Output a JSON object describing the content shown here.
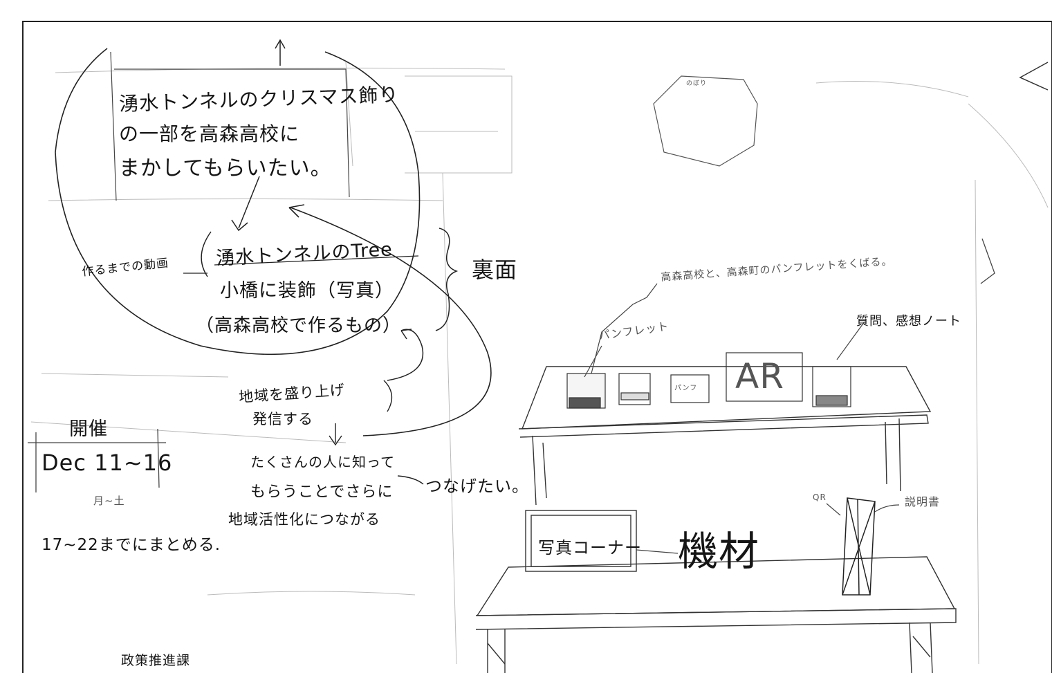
{
  "notes": {
    "wish_line1": "湧水トンネルのクリスマス飾り",
    "wish_line2": "の一部を高森高校に",
    "wish_line3": "まかしてもらいたい。",
    "process_label": "作るまでの動画",
    "item_tree": "湧水トンネルのTree",
    "item_bridge": "小橋に装飾（写真）",
    "item_school": "（高森高校で作るもの）",
    "back_side": "裏面",
    "promote_line1": "地域を盛り上げ",
    "promote_line2": "発信する",
    "spread_line1": "たくさんの人に知って",
    "spread_line2": "もらうことでさらに",
    "keep_going": "つなげたい。",
    "revitalize": "地域活性化につながる",
    "period_label": "開催",
    "period_dates": "Dec 11~16",
    "period_days": "月~土",
    "summary": "17~22までにまとめる.",
    "department": "政策推進課"
  },
  "booth": {
    "distribute_note": "高森高校と、高森町のパンフレットをくばる。",
    "pamphlet_label": "パンフレット",
    "pamphlet_box_label": "パンフ",
    "question_note": "質問、感想ノート",
    "ar_sign": "AR",
    "photo_corner": "写真コーナー",
    "materials": "機材",
    "qr_label": "QR",
    "manual_label": "説明書",
    "sign_label": "のぼり"
  }
}
